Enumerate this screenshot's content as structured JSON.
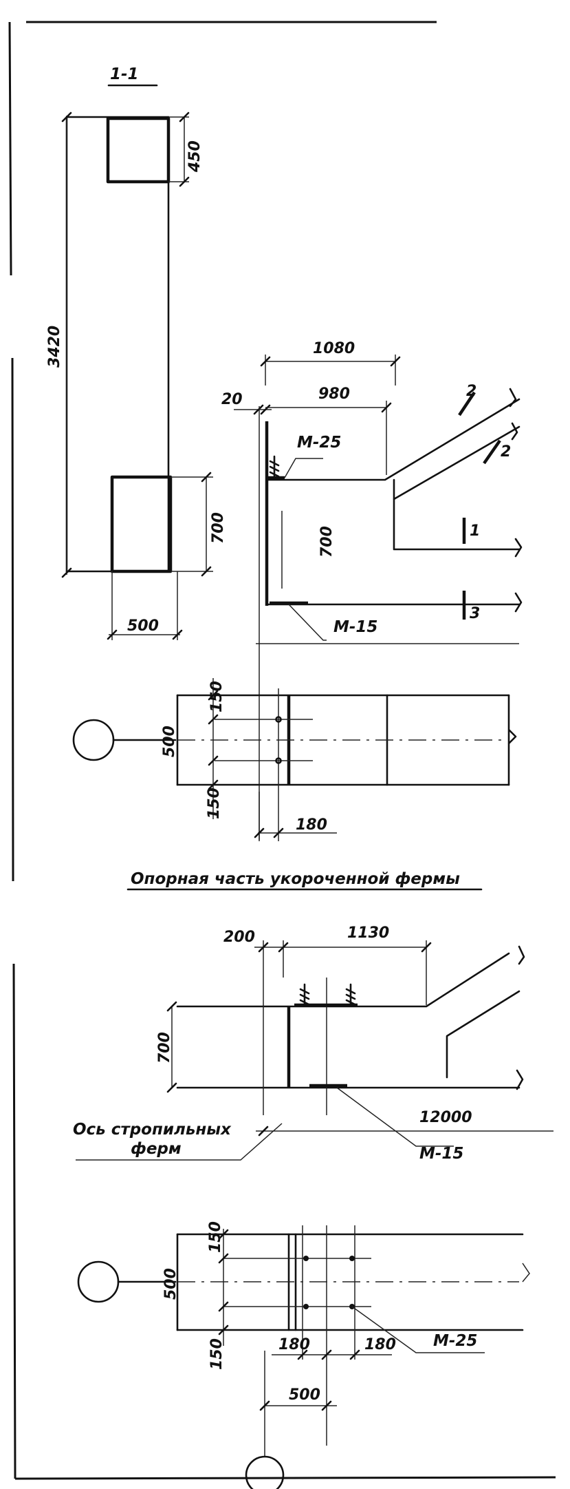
{
  "section_label": "1-1",
  "column_section": {
    "dims": {
      "total_height": "3420",
      "top_block": "450",
      "bottom_block": "700",
      "width": "500"
    }
  },
  "truss_support": {
    "dims": {
      "overall": "1080",
      "offset": "20",
      "inner": "980",
      "height": "700"
    },
    "embedded_parts": [
      "М-25",
      "М-15"
    ],
    "section_marks": [
      "2",
      "2",
      "1",
      "3"
    ]
  },
  "truss_plan_1": {
    "dims": {
      "top": "150",
      "width": "500",
      "bottom": "150",
      "bolt_offset": "180"
    }
  },
  "short_truss_title": "Опорная часть укороченной фермы",
  "short_truss_elevation": {
    "dims": {
      "offset": "200",
      "length": "1130",
      "height": "700",
      "span": "12000"
    },
    "axis_label_line1": "Ось стропильных",
    "axis_label_line2": "ферм",
    "embedded_part": "М-15"
  },
  "short_truss_plan": {
    "dims": {
      "top": "150",
      "width": "500",
      "bottom": "150",
      "left_bolt": "180",
      "right_bolt": "180",
      "axis_offset": "500"
    },
    "embedded_part": "М-25"
  }
}
